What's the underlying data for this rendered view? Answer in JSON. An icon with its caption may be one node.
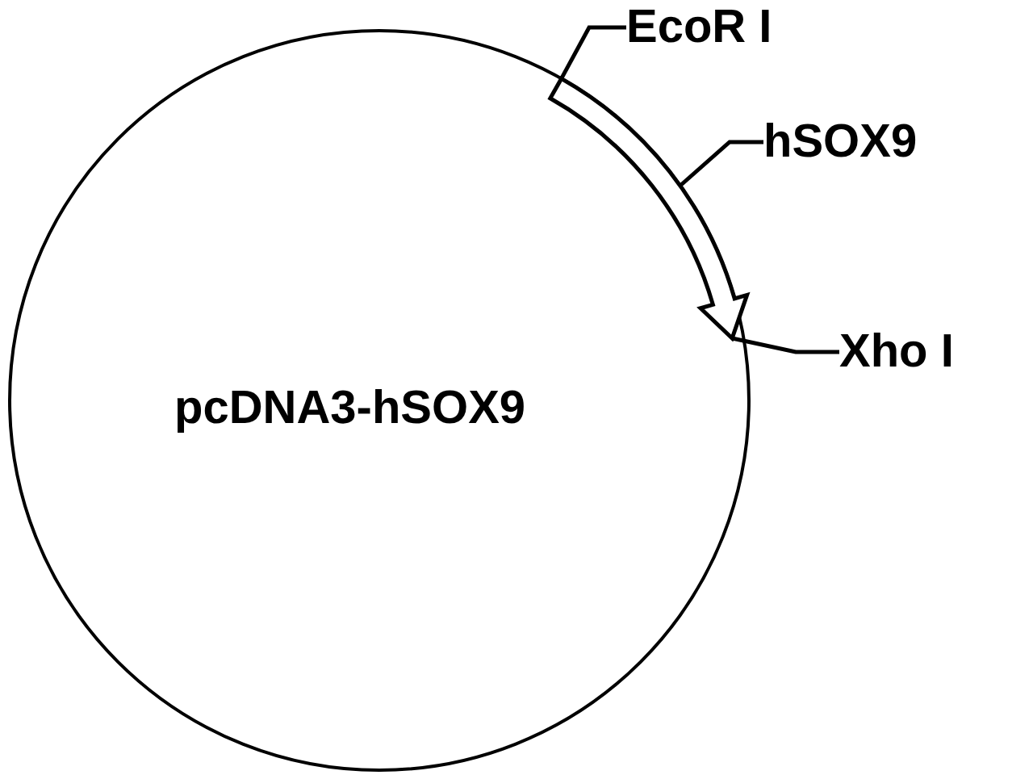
{
  "diagram": {
    "nodes": [
      {
        "text": [
          "pcDNA3-hSOX9"
        ]
      },
      {
        "text": [
          "EcoR I"
        ]
      },
      {
        "text": [
          "hSOX9"
        ]
      },
      {
        "text": [
          "Xho I"
        ]
      },
      {
        "text": [],
        "shape": "arrow",
        "in": 0
      }
    ],
    "edges": [
      {
        "from": 1,
        "to": 4,
        "arrow": "none"
      },
      {
        "from": 2,
        "to": 4,
        "arrow": "none"
      },
      {
        "from": 3,
        "to": 4,
        "arrow": "none"
      }
    ]
  }
}
